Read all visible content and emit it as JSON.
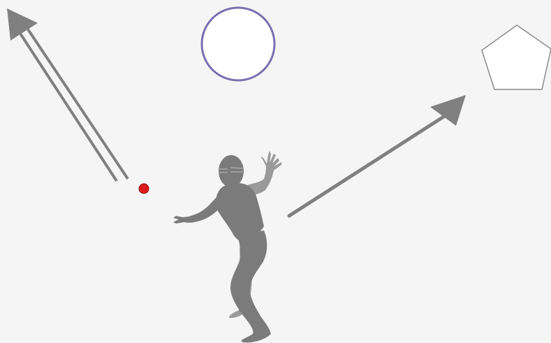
{
  "canvas": {
    "background": "#f5f5f5"
  },
  "colors": {
    "arrow": "#808080",
    "figure_body": "#7b7b7b",
    "figure_back_limbs": "#9a9a9a",
    "figure_face_lines": "#bdbdbd",
    "circle_stroke": "#7a6fb0",
    "circle_fill": "#ffffff",
    "pentagon_stroke": "#8a8a8a",
    "pentagon_fill": "#ffffff",
    "ball_fill": "#dd1c1c",
    "ball_stroke": "#8c1010"
  },
  "elements": [
    {
      "id": "double-arrow",
      "icon": "double-line-arrow-icon"
    },
    {
      "id": "right-arrow",
      "icon": "arrow-icon"
    },
    {
      "id": "circle",
      "icon": "circle-icon"
    },
    {
      "id": "pentagon",
      "icon": "pentagon-icon"
    },
    {
      "id": "ball",
      "icon": "ball-icon"
    },
    {
      "id": "human-figure",
      "icon": "human-silhouette-icon"
    }
  ]
}
